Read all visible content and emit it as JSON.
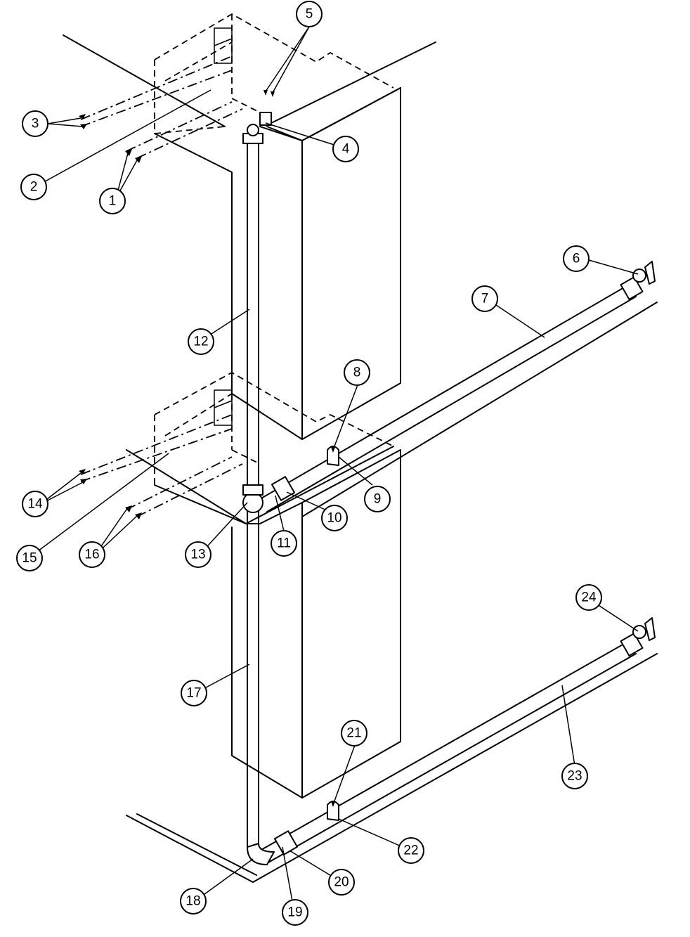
{
  "diagram": {
    "callouts": [
      "1",
      "2",
      "3",
      "4",
      "5",
      "6",
      "7",
      "8",
      "9",
      "10",
      "11",
      "12",
      "13",
      "14",
      "15",
      "16",
      "17",
      "18",
      "19",
      "20",
      "21",
      "22",
      "23",
      "24"
    ]
  }
}
